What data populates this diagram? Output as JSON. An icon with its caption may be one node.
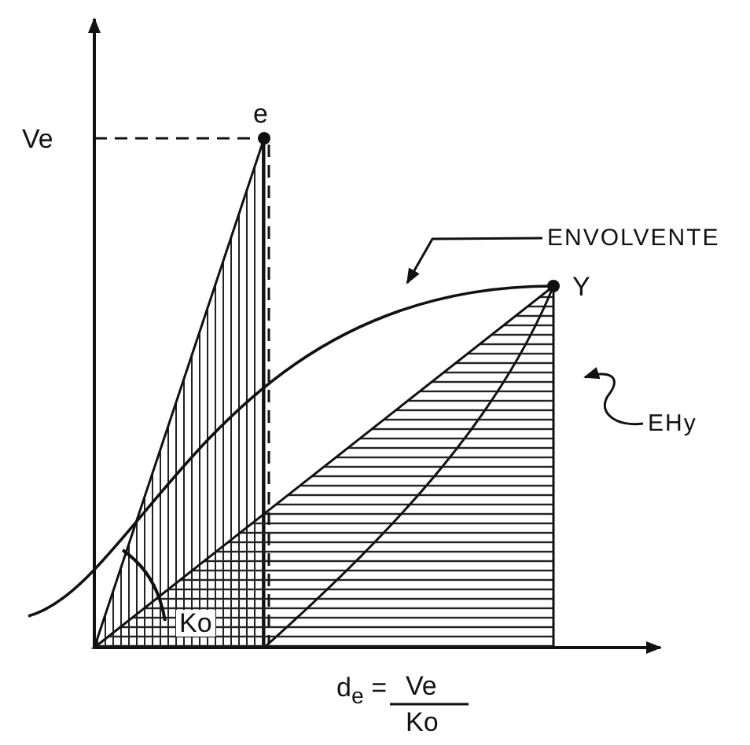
{
  "diagram": {
    "nodes": [
      {
        "text": [
          "ENVOLVENTE"
        ]
      },
      {
        "text": [],
        "shape": "curve"
      },
      {
        "text": [
          "EHy"
        ]
      },
      {
        "text": [],
        "shape": "area"
      }
    ],
    "edges": [
      {
        "from": 0,
        "to": 1,
        "arrow": "to"
      },
      {
        "from": 2,
        "to": 3,
        "arrow": "to"
      }
    ],
    "labels": [
      "Ve",
      "e",
      "Y",
      "Ko",
      "d$_{e}$ =",
      "Ve",
      "Ko"
    ]
  }
}
